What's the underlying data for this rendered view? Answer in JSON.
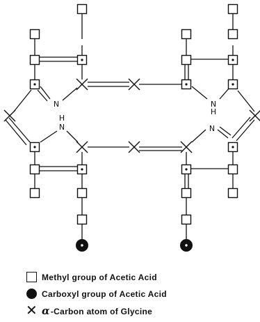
{
  "diagram": {
    "atom_labels": {
      "nitrogen": "N",
      "hydrogen": "H"
    }
  },
  "legend": {
    "methyl": "Methyl group of Acetic Acid",
    "carboxyl": "Carboxyl group of Acetic Acid",
    "alpha_symbol": "α",
    "alpha_text": "-Carbon atom of Glycine"
  }
}
